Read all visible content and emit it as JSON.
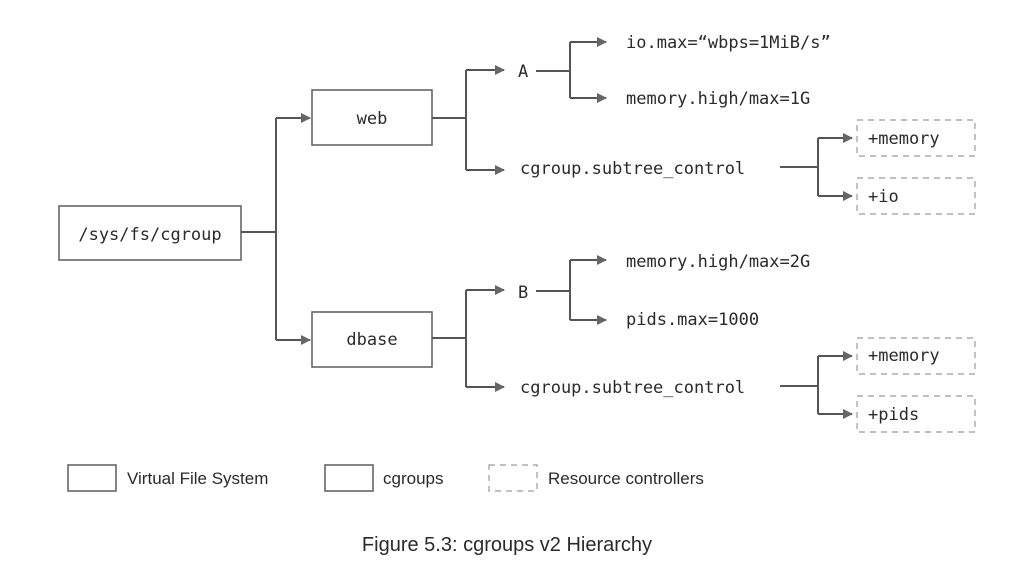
{
  "root": {
    "label": "/sys/fs/cgroup"
  },
  "cgroups": [
    {
      "label": "web",
      "child": {
        "label": "A",
        "files": [
          "io.max=“wbps=1MiB/s”",
          "memory.high/max=1G"
        ]
      },
      "subtree_control": {
        "label": "cgroup.subtree_control",
        "controllers": [
          "+memory",
          "+io"
        ]
      }
    },
    {
      "label": "dbase",
      "child": {
        "label": "B",
        "files": [
          "memory.high/max=2G",
          "pids.max=1000"
        ]
      },
      "subtree_control": {
        "label": "cgroup.subtree_control",
        "controllers": [
          "+memory",
          "+pids"
        ]
      }
    }
  ],
  "legend": [
    {
      "label": "Virtual File System",
      "style": "solid"
    },
    {
      "label": "cgroups",
      "style": "solid"
    },
    {
      "label": "Resource controllers",
      "style": "dashed"
    }
  ],
  "caption": "Figure 5.3: cgroups v2 Hierarchy"
}
